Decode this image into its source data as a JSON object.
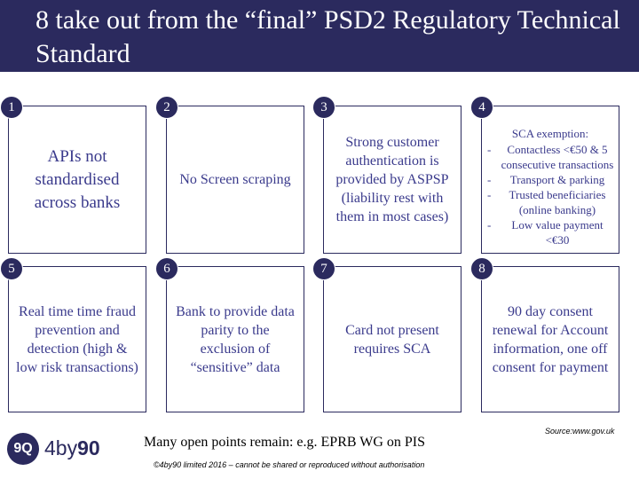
{
  "title": "8 take out from the “final” PSD2  Regulatory Technical Standard",
  "boxes": [
    {
      "number": "1",
      "text": "APIs not standardised across banks"
    },
    {
      "number": "2",
      "text": "No Screen scraping"
    },
    {
      "number": "3",
      "text": "Strong customer authentication is provided by ASPSP (liability rest with them in most cases)"
    },
    {
      "number": "4",
      "heading": "SCA exemption:",
      "items": [
        "Contactless <€50 & 5 consecutive transactions",
        "Transport & parking",
        "Trusted beneficiaries (online banking)",
        "Low value payment <€30"
      ]
    },
    {
      "number": "5",
      "text": "Real time time fraud prevention and detection (high & low risk transactions)"
    },
    {
      "number": "6",
      "text": "Bank to provide data parity to the exclusion of “sensitive” data"
    },
    {
      "number": "7",
      "text": "Card not present requires SCA"
    },
    {
      "number": "8",
      "text": "90 day consent renewal for Account information, one off consent for payment"
    }
  ],
  "logo": {
    "mark": "9Q",
    "name_light": "4by",
    "name_bold": "90"
  },
  "open_points": "Many open points remain: e.g. EPRB WG on PIS",
  "source": "Source:www.gov.uk",
  "footer": "©4by90 limited  2016 – cannot be shared or reproduced without authorisation",
  "colors": {
    "primary": "#2b2a5e",
    "box_text": "#3a3a8c"
  }
}
